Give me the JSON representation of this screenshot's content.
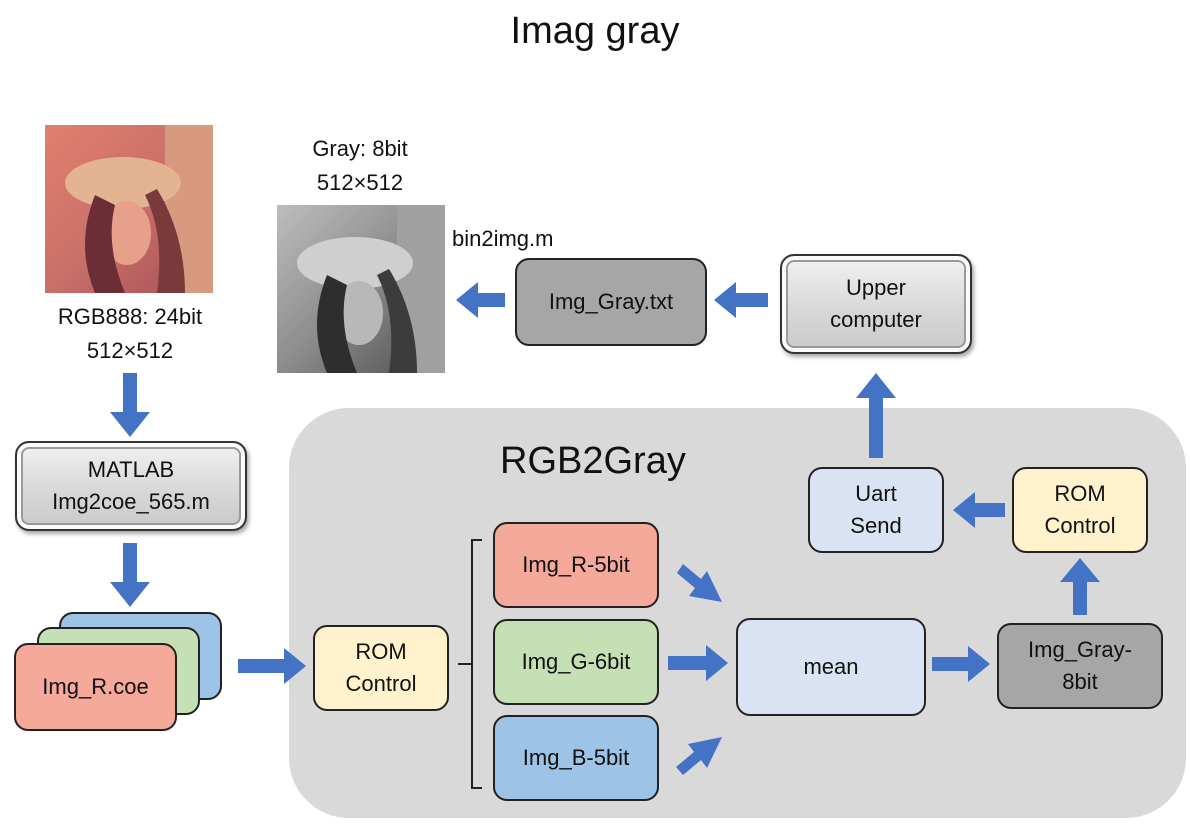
{
  "title": "Imag gray",
  "images": {
    "color": {
      "label_line1": "RGB888: 24bit",
      "label_line2": "512×512"
    },
    "gray": {
      "label_line1": "Gray: 8bit",
      "label_line2": "512×512",
      "script_label": "bin2img.m"
    }
  },
  "boxes": {
    "img_gray_txt": "Img_Gray.txt",
    "upper_computer": "Upper computer",
    "matlab": "MATLAB Img2coe_565.m",
    "img_r_coe": "Img_R.coe",
    "rom_control_left": "ROM Control",
    "img_r_5bit": "Img_R-5bit",
    "img_g_6bit": "Img_G-6bit",
    "img_b_5bit": "Img_B-5bit",
    "mean": "mean",
    "img_gray_8bit": "Img_Gray-8bit",
    "uart_send": "Uart Send",
    "rom_control_right": "ROM Control"
  },
  "panel": {
    "title": "RGB2Gray"
  },
  "colors": {
    "arrow": "#4472c4",
    "red_fill": "#f4a99a",
    "green_fill": "#c5e0b4",
    "blue_fill": "#9dc3e6",
    "yellow_fill": "#fff2cc",
    "light_blue_fill": "#dae3f3",
    "gray_fill": "#a6a6a6",
    "panel_fill": "#d9d9d9"
  }
}
